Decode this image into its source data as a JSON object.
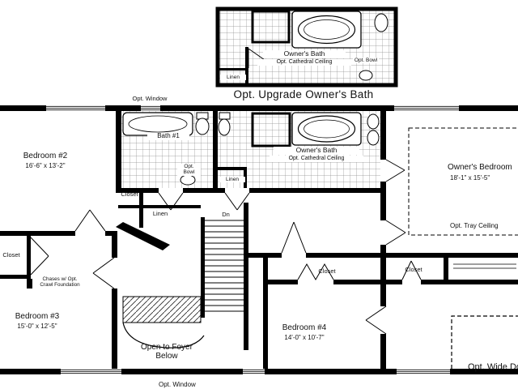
{
  "inset": {
    "title": "Opt. Upgrade Owner's Bath",
    "room": "Owner's Bath",
    "ceiling": "Opt. Cathedral Ceiling",
    "bowl": "Opt. Bowl",
    "linen": "Linen"
  },
  "plan": {
    "opt_window": "Opt. Window",
    "bedroom2": {
      "name": "Bedroom #2",
      "dims": "16'-6\" x 13'-2\""
    },
    "bath1": {
      "name": "Bath #1",
      "bowl": "Opt. Bowl"
    },
    "owners_bath": {
      "name": "Owner's Bath",
      "ceiling": "Opt. Cathedral Ceiling",
      "linen": "Linen"
    },
    "owners_bedroom": {
      "name": "Owner's Bedroom",
      "dims": "18'-1\" x 15'-5\"",
      "tray": "Opt. Tray Ceiling"
    },
    "bedroom3": {
      "name": "Bedroom #3",
      "dims": "15'-0\" x 12'-5\""
    },
    "bedroom4": {
      "name": "Bedroom #4",
      "dims": "14'-0\" x 10'-7\""
    },
    "closet_bed2": "Closet",
    "linen_hall": "Linen",
    "dn": "Dn",
    "closet_left": "Closet",
    "chases_1": "Chases w/ Opt.",
    "chases_2": "Crawl Foundation",
    "foyer_1": "Open to Foyer",
    "foyer_2": "Below",
    "closet_bed4": "Closet",
    "closet_owner": "Closet",
    "wide_doors": "Opt. Wide Doors",
    "bottom_window": "Opt. Window"
  }
}
